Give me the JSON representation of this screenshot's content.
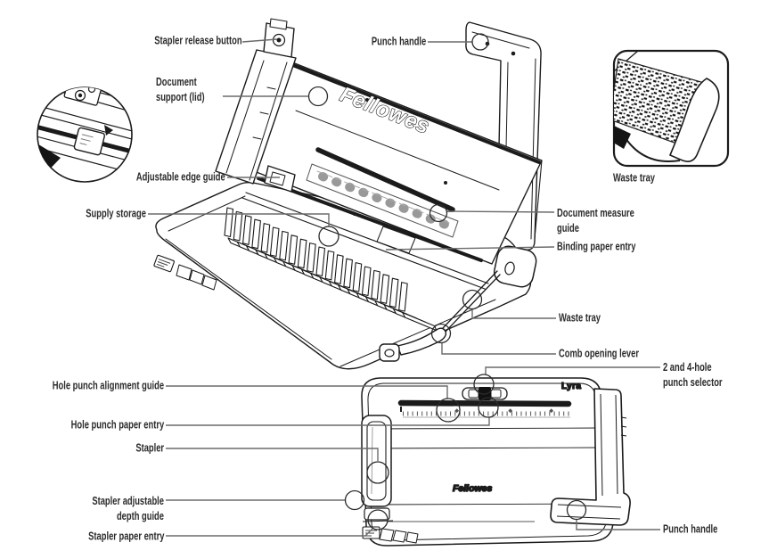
{
  "branding": {
    "logo_top": "Fellowes",
    "model": "Lyra",
    "logo_bottom": "Fellowes"
  },
  "labels": {
    "stapler_release_button": "Stapler release button",
    "punch_handle_top": "Punch handle",
    "document_support": "Document\nsupport (lid)",
    "adjustable_edge_guide": "Adjustable edge guide",
    "supply_storage": "Supply storage",
    "document_measure_guide": "Document measure\nguide",
    "binding_paper_entry": "Binding paper entry",
    "waste_tray_inset": "Waste tray",
    "waste_tray": "Waste tray",
    "comb_opening_lever": "Comb opening lever",
    "hole_punch_alignment_guide": "Hole punch alignment guide",
    "punch_selector": "2 and 4-hole\npunch selector",
    "hole_punch_paper_entry": "Hole punch paper entry",
    "stapler": "Stapler",
    "stapler_depth_guide": "Stapler adjustable\ndepth guide",
    "stapler_paper_entry": "Stapler paper entry",
    "punch_handle_bottom": "Punch handle"
  },
  "colors": {
    "line_art": "#1b1b1b",
    "leader_line": "#6b6b6b",
    "label_text": "#2b2b2b",
    "background": "#ffffff"
  }
}
